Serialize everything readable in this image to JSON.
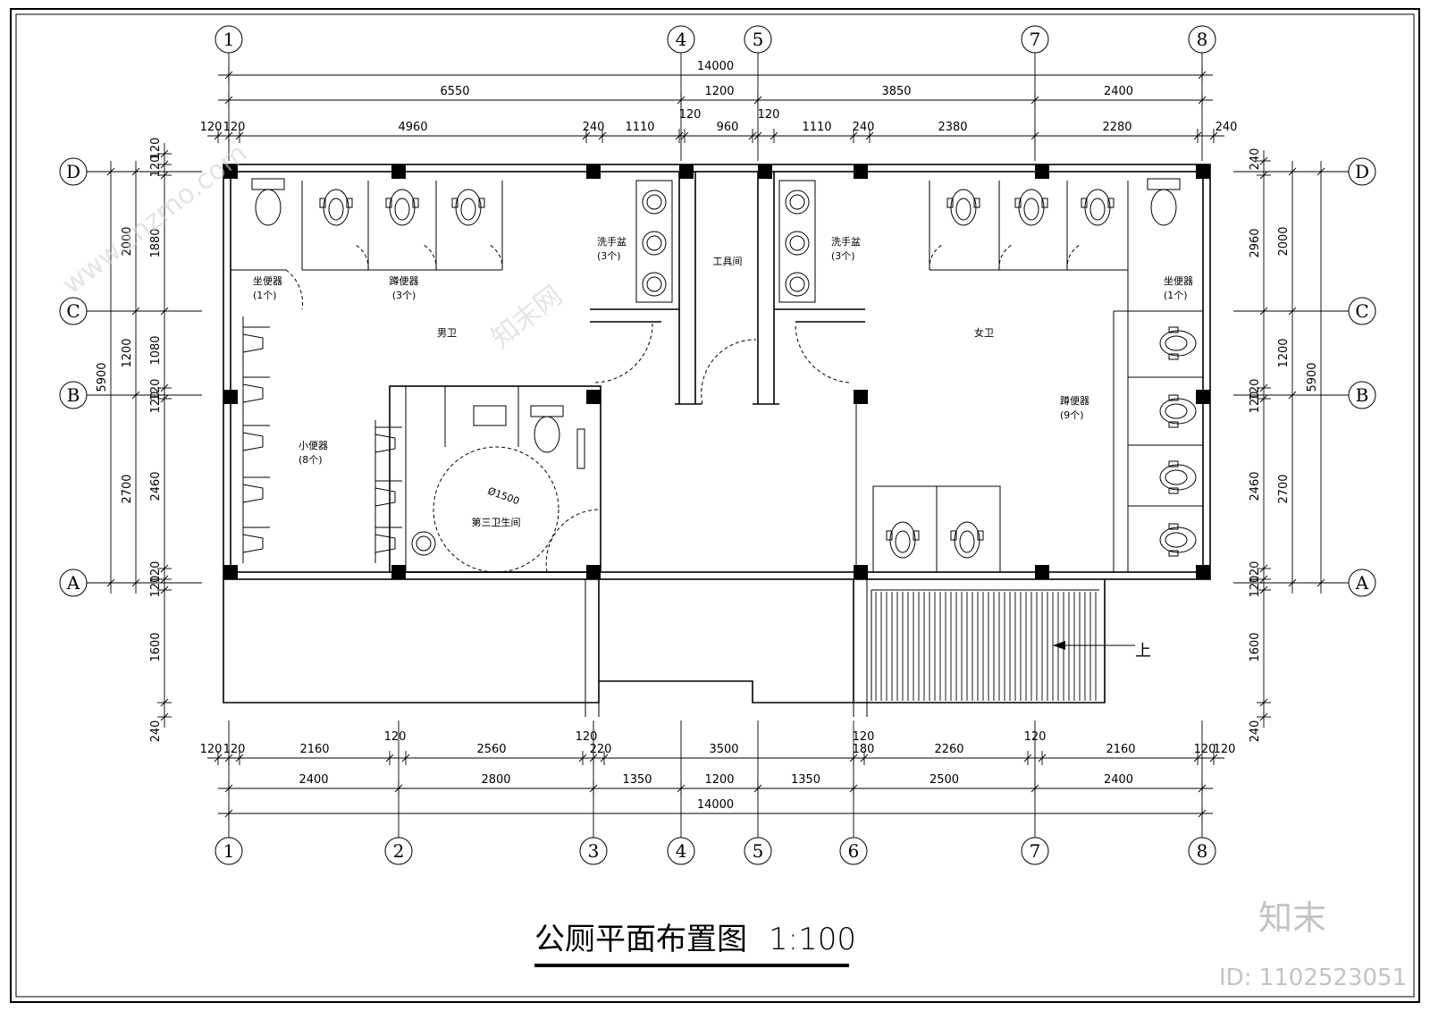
{
  "title": {
    "main": "公厕平面布置图",
    "scale": "1:100"
  },
  "axes": {
    "top": [
      "1",
      "4",
      "5",
      "7",
      "8"
    ],
    "bottom": [
      "1",
      "2",
      "3",
      "4",
      "5",
      "6",
      "7",
      "8"
    ],
    "left": [
      "D",
      "C",
      "B",
      "A"
    ],
    "right": [
      "D",
      "C",
      "B",
      "A"
    ]
  },
  "dims_top": {
    "overall": "14000",
    "row2": [
      "6550",
      "1200",
      "3850",
      "2400"
    ],
    "row3": [
      "120",
      "120",
      "4960",
      "240",
      "1110",
      "120",
      "960",
      "120",
      "1110",
      "240",
      "2380",
      "2280",
      "240"
    ]
  },
  "dims_bottom": {
    "row1": [
      "120",
      "120",
      "2160",
      "120",
      "2560",
      "120",
      "220",
      "3500",
      "120",
      "180",
      "2260",
      "120",
      "2160",
      "120",
      "120"
    ],
    "row2": [
      "2400",
      "2800",
      "1350",
      "1200",
      "1350",
      "2500",
      "2400"
    ],
    "overall": "14000"
  },
  "dims_left": {
    "outer": "5900",
    "mid": [
      "2000",
      "1200",
      "2700"
    ],
    "inner": [
      "120",
      "120",
      "1880",
      "1080",
      "120",
      "120",
      "2460",
      "120",
      "120",
      "1600",
      "240"
    ]
  },
  "dims_right": {
    "outer": "5900",
    "mid": [
      "2000",
      "1200",
      "2700"
    ],
    "inner": [
      "240",
      "2960",
      "120",
      "120",
      "2460",
      "120",
      "120",
      "1600",
      "240"
    ]
  },
  "rooms": {
    "men": "男卫",
    "women": "女卫",
    "tool": "工具间",
    "third": "第三卫生间",
    "circle": "Ø1500"
  },
  "fixtures": {
    "men_seat": "坐便器",
    "men_seat_count": "(1个)",
    "men_squat": "蹲便器",
    "men_squat_count": "(3个)",
    "men_sink": "洗手盆",
    "men_sink_count": "(3个)",
    "men_urinal": "小便器",
    "men_urinal_count": "(8个)",
    "women_sink": "洗手盆",
    "women_sink_count": "(3个)",
    "women_seat": "坐便器",
    "women_seat_count": "(1个)",
    "women_squat": "蹲便器",
    "women_squat_count": "(9个)"
  },
  "stair_label": "上",
  "watermark": {
    "logo": "知末",
    "id": "ID: 1102523051",
    "site": "www.znzmo.com",
    "brand": "知末网"
  }
}
